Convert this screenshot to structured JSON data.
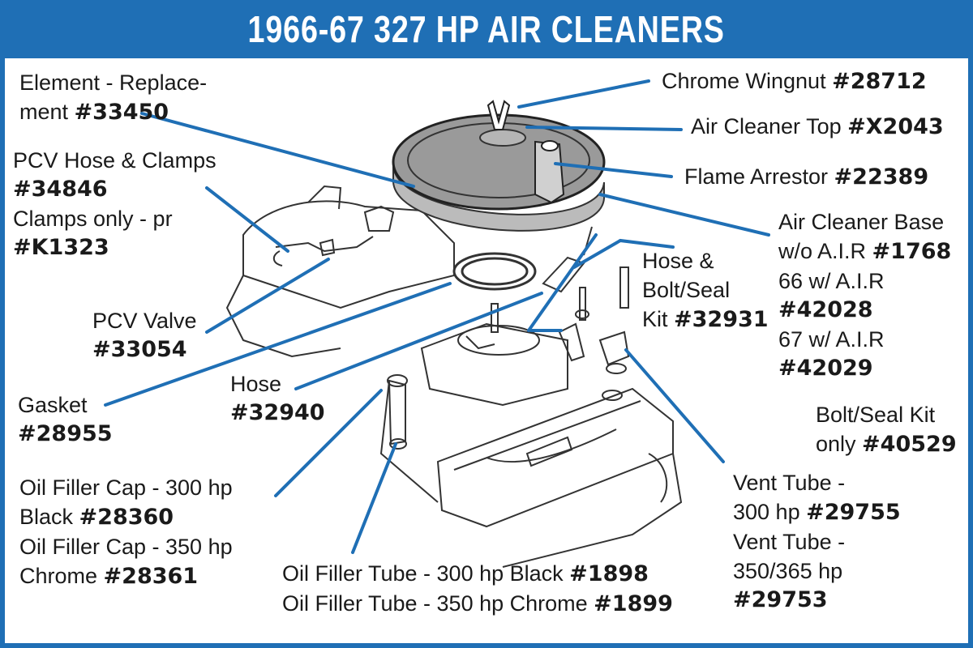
{
  "title": "1966-67 327 HP AIR CLEANERS",
  "colors": {
    "accent": "#1f6fb5",
    "line": "#1f6fb5",
    "ink": "#1a1a1a"
  },
  "labels": {
    "element": {
      "text1": "Element - Replace-",
      "text2": "ment ",
      "part": "#33450"
    },
    "pcv_hose": {
      "text1": "PCV Hose & Clamps",
      "part1": "#34846",
      "text2": "Clamps only - pr",
      "part2": "#K1323"
    },
    "pcv_valve": {
      "text": "PCV Valve",
      "part": "#33054"
    },
    "gasket": {
      "text": "Gasket",
      "part": "#28955"
    },
    "hose": {
      "text": "Hose",
      "part": "#32940"
    },
    "oil_cap": {
      "text1": "Oil Filler Cap - 300 hp",
      "text2": "Black ",
      "part1": "#28360",
      "text3": "Oil Filler Cap - 350 hp",
      "text4": "Chrome ",
      "part2": "#28361"
    },
    "oil_tube": {
      "text1": "Oil Filler Tube - 300 hp Black ",
      "part1": "#1898",
      "text2": "Oil Filler Tube - 350 hp Chrome ",
      "part2": "#1899"
    },
    "wingnut": {
      "text": "Chrome Wingnut ",
      "part": "#28712"
    },
    "top": {
      "text": "Air Cleaner Top ",
      "part": "#X2043"
    },
    "arrestor": {
      "text": "Flame Arrestor ",
      "part": "#22389"
    },
    "hose_kit": {
      "text1": "Hose &",
      "text2": "Bolt/Seal",
      "text3": "Kit ",
      "part": "#32931"
    },
    "base": {
      "text1": "Air Cleaner Base",
      "text2": "w/o A.I.R ",
      "part1": "#1768",
      "text3": "66 w/ A.I.R",
      "part2": "#42028",
      "text4": "67 w/ A.I.R",
      "part3": "#42029"
    },
    "bolt_kit": {
      "text1": "Bolt/Seal Kit",
      "text2": "only ",
      "part": "#40529"
    },
    "vent_tube": {
      "text1": "Vent Tube -",
      "text2": "300 hp ",
      "part1": "#29755",
      "text3": "Vent Tube -",
      "text4": "350/365 hp",
      "part2": "#29753"
    }
  }
}
